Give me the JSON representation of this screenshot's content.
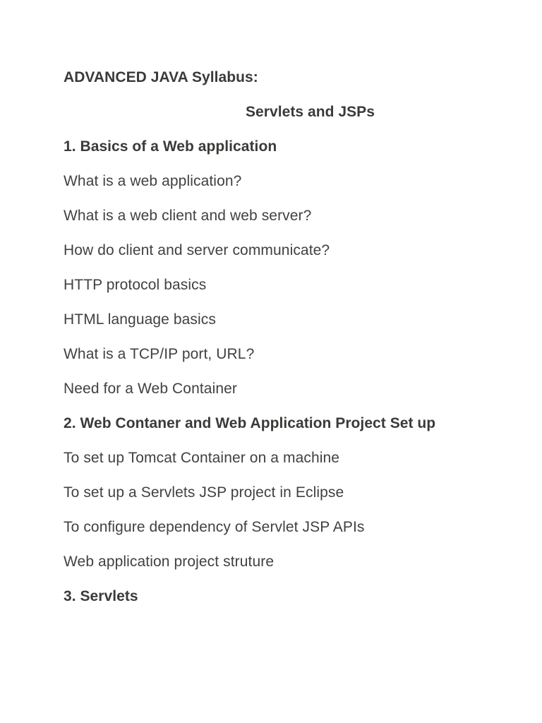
{
  "document": {
    "title_main": "ADVANCED JAVA Syllabus:",
    "title_sub": "Servlets and JSPs",
    "text_color": "#414141",
    "heading_color": "#3a3a38",
    "background_color": "#ffffff",
    "sections": [
      {
        "heading": "1. Basics of a Web application",
        "items": [
          "What is a web application?",
          "What is a web client and web server?",
          "How do client and server communicate?",
          "HTTP protocol basics",
          "HTML language basics",
          "What is a TCP/IP port, URL?",
          "Need for a Web Container"
        ]
      },
      {
        "heading": "2. Web Contaner and Web Application Project Set up",
        "items": [
          "To set up Tomcat Container on a machine",
          "To set up a Servlets JSP project in Eclipse",
          "To configure dependency of Servlet JSP APIs",
          "Web application project struture"
        ]
      },
      {
        "heading": "3. Servlets",
        "items": []
      }
    ]
  }
}
